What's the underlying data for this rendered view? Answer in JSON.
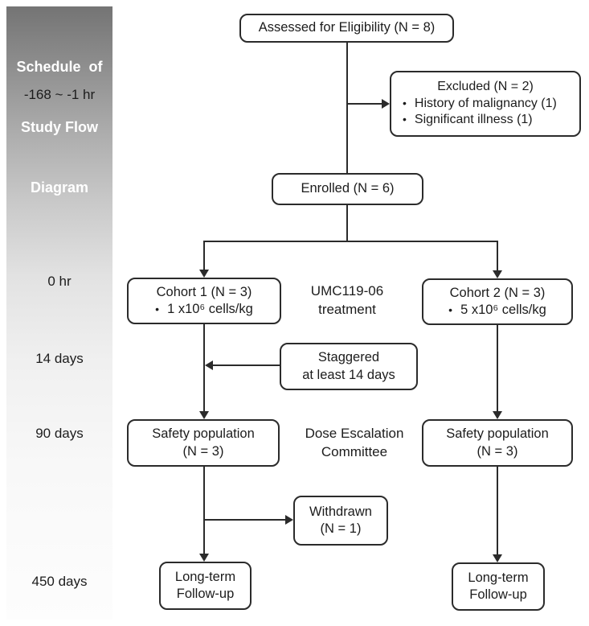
{
  "glyphs": {
    "bullet": "•"
  },
  "sidebar": {
    "title_lines": [
      "Schedule  of",
      "Study Flow",
      "Diagram"
    ],
    "timeline": [
      {
        "label": "-168 ~ -1 hr"
      },
      {
        "label": "0 hr"
      },
      {
        "label": "14 days"
      },
      {
        "label": "90 days"
      },
      {
        "label": "450 days"
      }
    ]
  },
  "boxes": {
    "assessed": {
      "label": "Assessed for Eligibility (N = 8)"
    },
    "excluded": {
      "title": "Excluded (N = 2)",
      "bullets": [
        "History of malignancy (1)",
        "Significant illness (1)"
      ]
    },
    "enrolled": {
      "label": "Enrolled (N = 6)"
    },
    "cohort1": {
      "title": "Cohort 1 (N = 3)",
      "dose": "1 x10⁶ cells/kg"
    },
    "cohort2": {
      "title": "Cohort 2 (N = 3)",
      "dose": "5 x10⁶ cells/kg"
    },
    "staggered": {
      "line1": "Staggered",
      "line2": "at least 14 days"
    },
    "safety1": {
      "line1": "Safety population",
      "line2": "(N = 3)"
    },
    "safety2": {
      "line1": "Safety population",
      "line2": "(N = 3)"
    },
    "withdrawn": {
      "line1": "Withdrawn",
      "line2": "(N = 1)"
    },
    "longterm1": {
      "line1": "Long-term",
      "line2": "Follow-up"
    },
    "longterm2": {
      "line1": "Long-term",
      "line2": "Follow-up"
    }
  },
  "annotations": {
    "treatment": {
      "line1": "UMC119-06",
      "line2": "treatment"
    },
    "committee": {
      "line1": "Dose Escalation",
      "line2": "Committee"
    }
  },
  "colors": {
    "line": "#2b2b2b",
    "sidebar_top": "#747474",
    "sidebar_bottom": "#fdfdfd"
  }
}
